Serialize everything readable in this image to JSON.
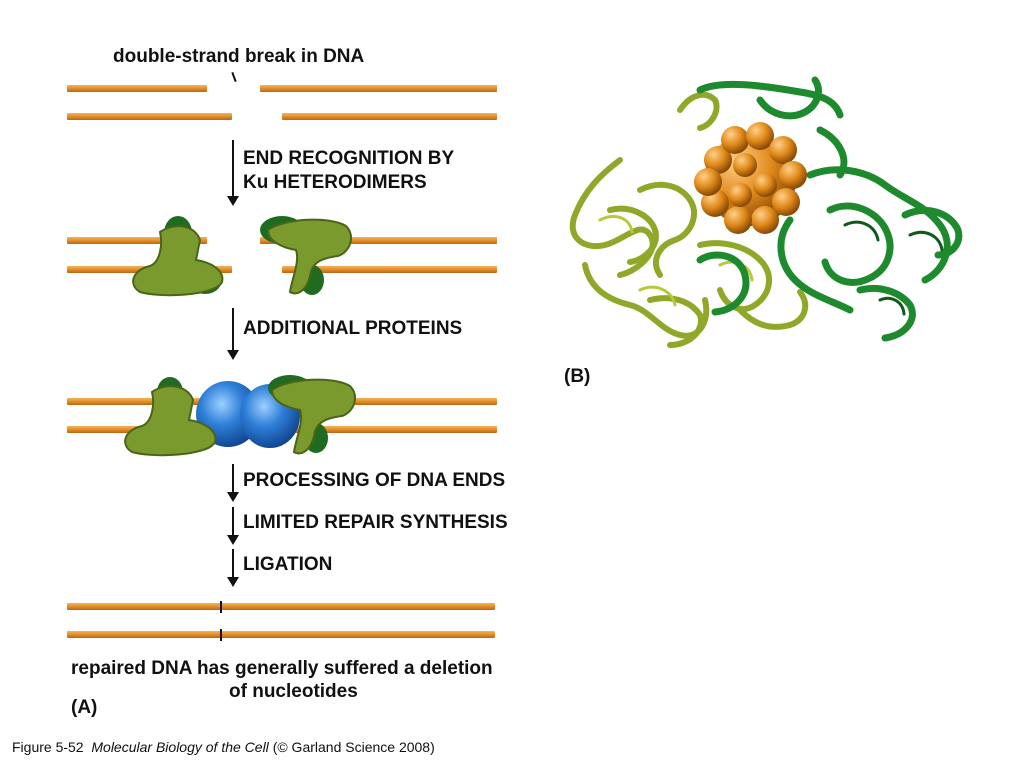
{
  "panel_a": {
    "heading": "double-strand break in DNA",
    "steps": {
      "end_recognition_line1": "END RECOGNITION BY",
      "end_recognition_line2": "Ku HETERODIMERS",
      "additional_proteins": "ADDITIONAL PROTEINS",
      "processing": "PROCESSING OF DNA ENDS",
      "repair_synthesis": "LIMITED REPAIR SYNTHESIS",
      "ligation": "LIGATION"
    },
    "result_line1": "repaired DNA has generally suffered a deletion",
    "result_line2": "of nucleotides",
    "panel_label": "(A)"
  },
  "panel_b": {
    "panel_label": "(B)"
  },
  "caption": {
    "figure_number": "Figure 5-52",
    "book_title": "Molecular Biology of the Cell",
    "credit": "(© Garland Science 2008)"
  },
  "colors": {
    "dna_light": "#f4b25a",
    "dna_dark": "#b86614",
    "ku_light_green": "#7a9a2e",
    "ku_dark_green": "#1f6b1f",
    "additional_protein_blue": "#2f80d8",
    "dna_sphere_orange": "#e08a1a",
    "ribbon_yellow_green": "#8fa82a",
    "ribbon_green": "#1e8a2e"
  }
}
